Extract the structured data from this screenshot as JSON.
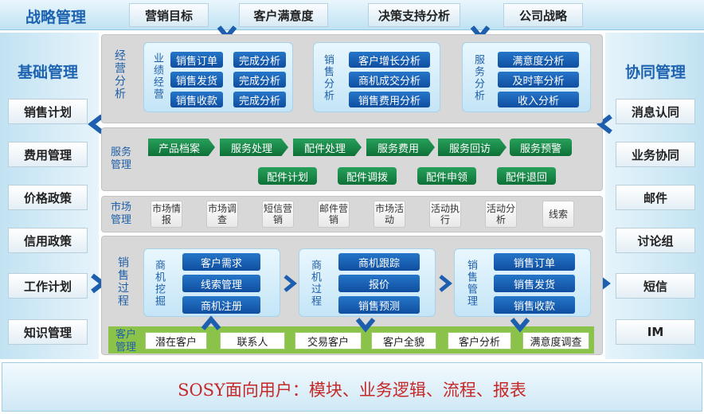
{
  "header": {
    "title": "战略管理",
    "tabs": [
      "营销目标",
      "客户满意度",
      "决策支持分析",
      "公司战略"
    ]
  },
  "left": {
    "title": "基础管理",
    "items": [
      "销售计划",
      "费用管理",
      "价格政策",
      "信用政策",
      "工作计划",
      "知识管理"
    ]
  },
  "right": {
    "title": "协同管理",
    "items": [
      "消息认同",
      "业务协同",
      "邮件",
      "讨论组",
      "短信",
      "IM"
    ]
  },
  "analysis": {
    "label": "经营分析",
    "groups": [
      {
        "label": "业绩经营",
        "left_items": [
          "销售订单",
          "销售发货",
          "销售收款"
        ],
        "right_items": [
          "完成分析",
          "完成分析",
          "完成分析"
        ]
      },
      {
        "label": "销售分析",
        "items": [
          "客户增长分析",
          "商机成交分析",
          "销售费用分析"
        ]
      },
      {
        "label": "服务分析",
        "items": [
          "满意度分析",
          "及时率分析",
          "收入分析"
        ]
      }
    ]
  },
  "service": {
    "label": "服务管理",
    "flow": [
      "产品档案",
      "服务处理",
      "配件处理",
      "服务费用",
      "服务回访",
      "服务预警"
    ],
    "parts": [
      "配件计划",
      "配件调拨",
      "配件申领",
      "配件退回"
    ]
  },
  "market": {
    "label": "市场管理",
    "items": [
      "市场情报",
      "市场调查",
      "短信营销",
      "邮件营销",
      "市场活动",
      "活动执行",
      "活动分析",
      "线索"
    ]
  },
  "sales": {
    "label": "销售过程",
    "groups": [
      {
        "label": "商机挖掘",
        "items": [
          "客户需求",
          "线索管理",
          "商机注册"
        ]
      },
      {
        "label": "商机过程",
        "items": [
          "商机跟踪",
          "报价",
          "销售预测"
        ]
      },
      {
        "label": "销售管理",
        "items": [
          "销售订单",
          "销售发货",
          "销售收款"
        ]
      }
    ]
  },
  "customer": {
    "label": "客户管理",
    "items": [
      "潜在客户",
      "联系人",
      "交易客户",
      "客户全貌",
      "客户分析",
      "满意度调查"
    ]
  },
  "footer": {
    "text": "SOSY面向用户：模块、业务逻辑、流程、报表"
  },
  "colors": {
    "brand_blue": "#1d63b0",
    "button_blue": "#0f4ea0",
    "button_green": "#0e7138",
    "customer_bar": "#8bc34a",
    "footer_red": "#c62828"
  }
}
